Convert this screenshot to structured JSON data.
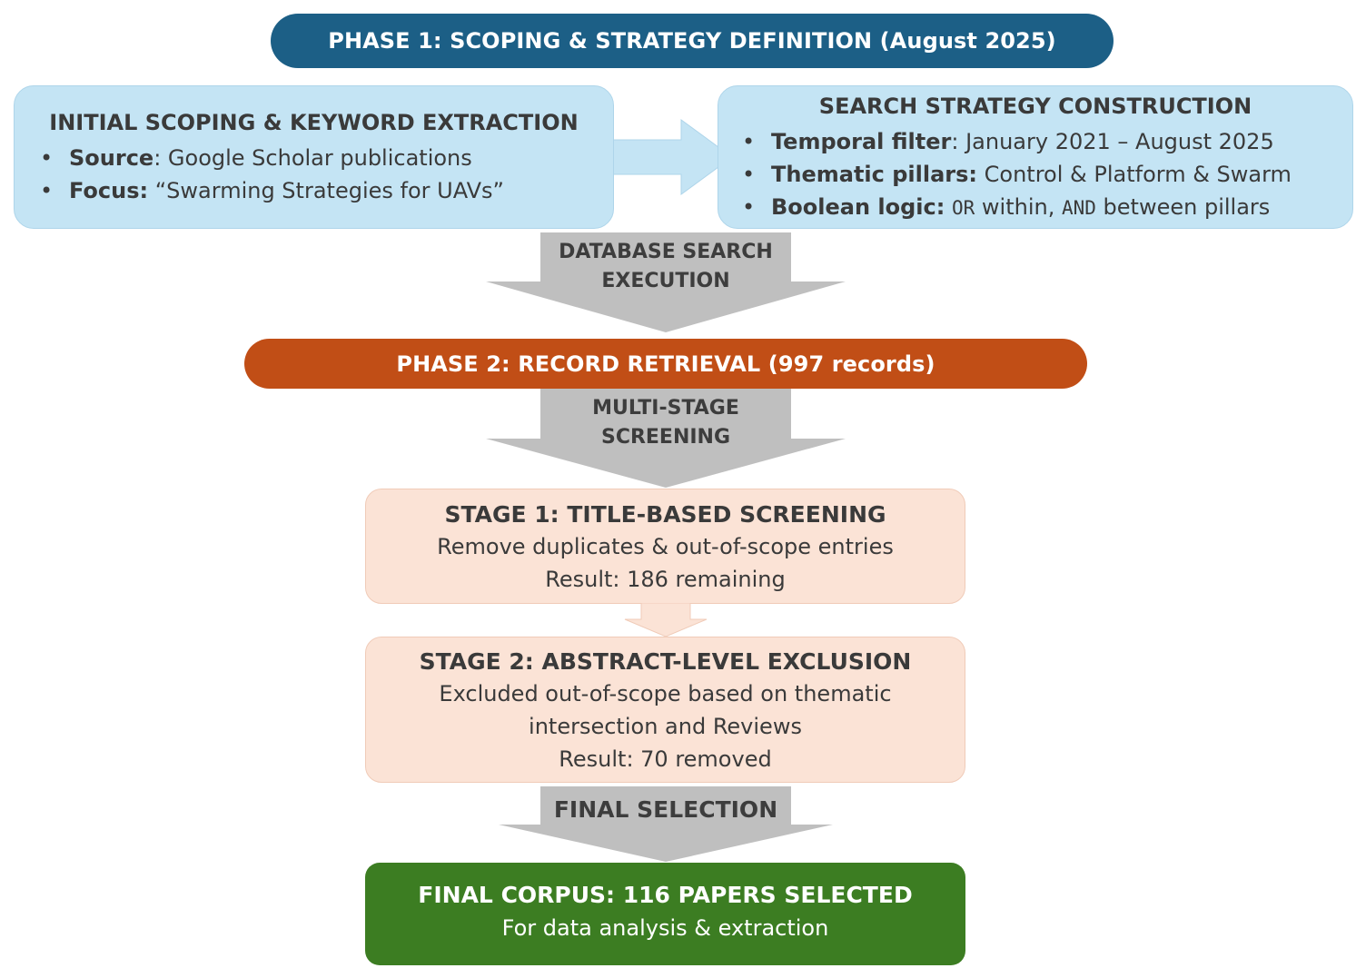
{
  "phase1": {
    "label": "PHASE 1: SCOPING & STRATEGY DEFINITION (August 2025)"
  },
  "initial_box": {
    "title": "INITIAL SCOPING & KEYWORD EXTRACTION",
    "items": [
      {
        "key": "Source",
        "text": ": Google Scholar publications"
      },
      {
        "key": "Focus:",
        "text": " “Swarming Strategies for UAVs”"
      }
    ]
  },
  "search_box": {
    "title": "SEARCH STRATEGY CONSTRUCTION",
    "items": [
      {
        "key": "Temporal filter",
        "text": ": January 2021 – August 2025"
      },
      {
        "key": "Thematic pillars:",
        "text": " Control & Platform & Swarm"
      },
      {
        "key": "Boolean logic:",
        "code1": "OR",
        "mid": " within, ",
        "code2": "AND",
        "tail": " between pillars"
      }
    ]
  },
  "arrows": {
    "db_search": {
      "line1": "DATABASE SEARCH",
      "line2": "EXECUTION"
    },
    "screening": {
      "line1": "MULTI-STAGE",
      "line2": "SCREENING"
    },
    "final_sel": {
      "line1": "FINAL SELECTION"
    }
  },
  "phase2": {
    "label": "PHASE 2: RECORD RETRIEVAL (997 records)"
  },
  "stage1": {
    "title": "STAGE 1: TITLE-BASED SCREENING",
    "line1": "Remove duplicates & out-of-scope entries",
    "line2": "Result: 186 remaining"
  },
  "stage2": {
    "title": "STAGE 2: ABSTRACT-LEVEL EXCLUSION",
    "line1": "Excluded out-of-scope based on thematic",
    "line2": "intersection and Reviews",
    "line3": "Result: 70 removed"
  },
  "final": {
    "title": "FINAL CORPUS: 116 PAPERS SELECTED",
    "subtitle": "For data analysis & extraction"
  },
  "colors": {
    "phase1": "#1c5f86",
    "phase2": "#c14e16",
    "blue_box": "#c4e4f4",
    "peach_box": "#fbe3d6",
    "final_box": "#3c7d22",
    "gray_arrow": "#bfbfbf"
  }
}
